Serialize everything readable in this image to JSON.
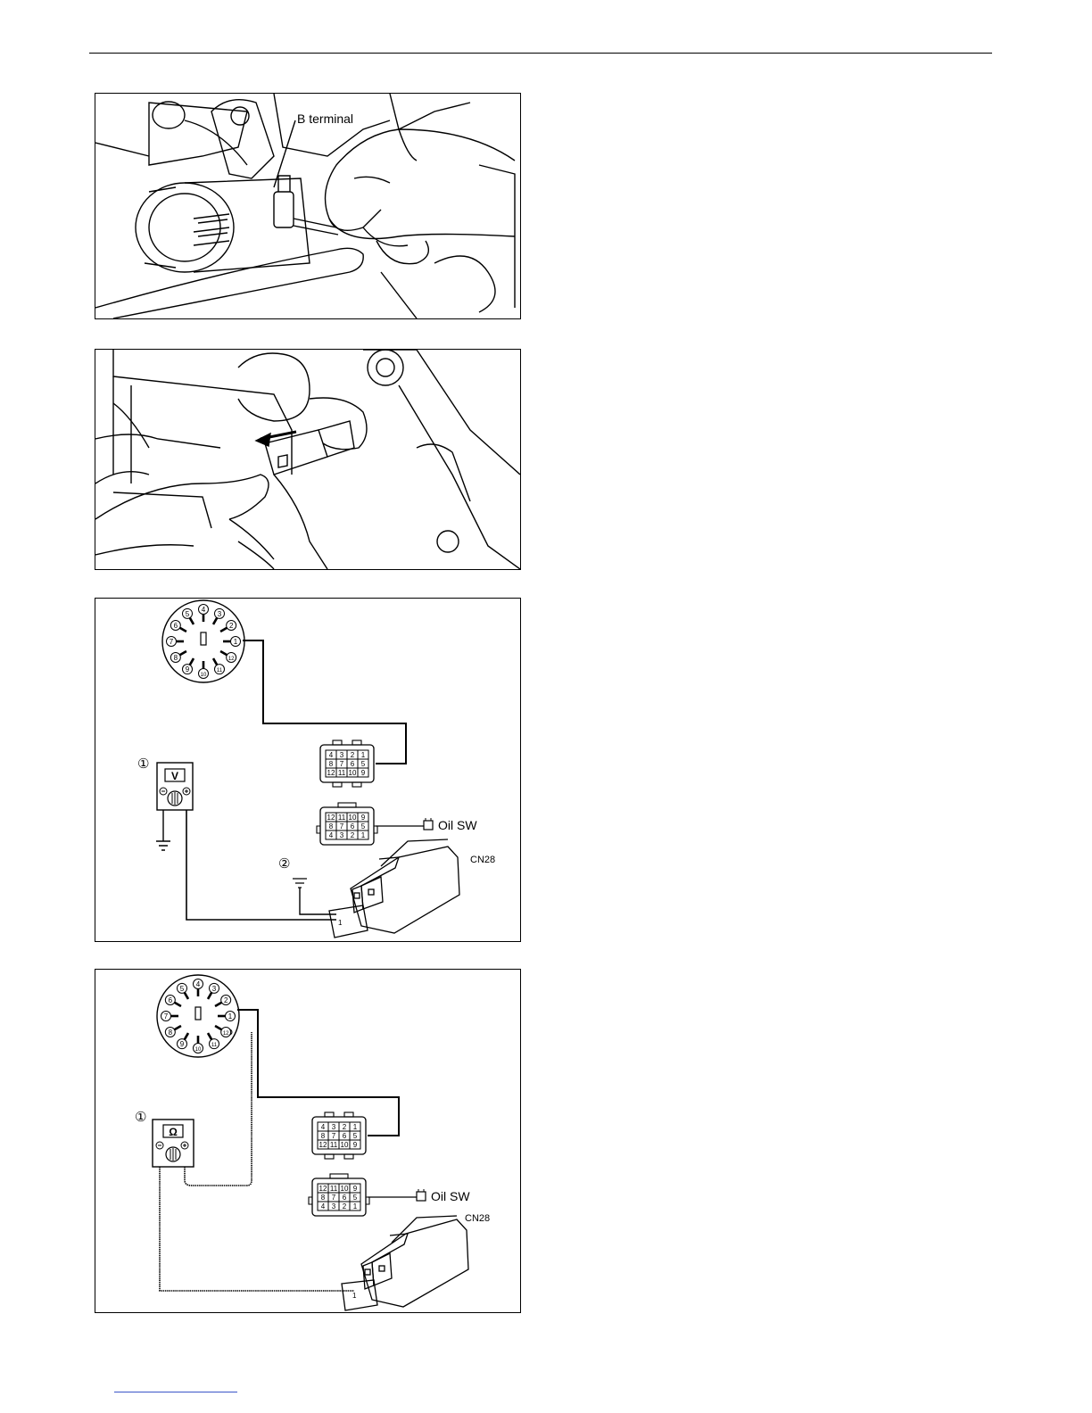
{
  "figures": [
    {
      "labels": {
        "b_terminal": "B terminal"
      }
    },
    {
      "labels": {}
    },
    {
      "meter_symbol": "V",
      "callouts": {
        "meter": "①",
        "ground": "②"
      },
      "oil_switch": "Oil SW",
      "connector_name": "CN28",
      "connector_pin": "1",
      "dial_pins": [
        "1",
        "2",
        "3",
        "4",
        "5",
        "6",
        "7",
        "8",
        "9",
        "10",
        "11",
        "12"
      ],
      "connector_a_rows": [
        [
          "4",
          "3",
          "2",
          "1"
        ],
        [
          "8",
          "7",
          "6",
          "5"
        ],
        [
          "12",
          "11",
          "10",
          "9"
        ]
      ],
      "connector_b_rows": [
        [
          "12",
          "11",
          "10",
          "9"
        ],
        [
          "8",
          "7",
          "6",
          "5"
        ],
        [
          "4",
          "3",
          "2",
          "1"
        ]
      ]
    },
    {
      "meter_symbol": "Ω",
      "callouts": {
        "meter": "①"
      },
      "oil_switch": "Oil SW",
      "connector_name": "CN28",
      "connector_pin": "1",
      "dial_pins": [
        "1",
        "2",
        "3",
        "4",
        "5",
        "6",
        "7",
        "8",
        "9",
        "10",
        "11",
        "12"
      ],
      "connector_a_rows": [
        [
          "4",
          "3",
          "2",
          "1"
        ],
        [
          "8",
          "7",
          "6",
          "5"
        ],
        [
          "12",
          "11",
          "10",
          "9"
        ]
      ],
      "connector_b_rows": [
        [
          "12",
          "11",
          "10",
          "9"
        ],
        [
          "8",
          "7",
          "6",
          "5"
        ],
        [
          "4",
          "3",
          "2",
          "1"
        ]
      ]
    }
  ]
}
